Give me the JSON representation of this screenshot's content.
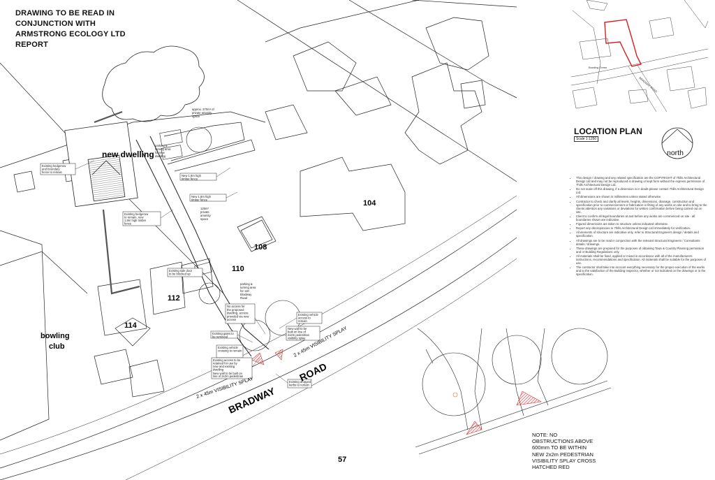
{
  "header": {
    "lines": [
      "DRAWING TO BE READ IN",
      "CONJUNCTION WITH",
      "ARMSTRONG ECOLOGY LTD",
      "REPORT"
    ]
  },
  "site_plan": {
    "labels": {
      "new_dwelling": "new dwelling",
      "house_104": "104",
      "house_108": "108",
      "house_110": "110",
      "house_112": "112",
      "house_114": "114",
      "house_57": "57",
      "bowling_club_line1": "bowling",
      "bowling_club_line2": "club",
      "road_word1": "BRADWAY",
      "road_word2": "ROAD",
      "splay_1": "2 x 45m VISIBILITY SPLAY",
      "splay_2": "2 x 45m VISIBILITY SPLAY"
    },
    "annotations": {
      "amenity_370": [
        "approx. 370m² of",
        "private amenity",
        "space"
      ],
      "parking": [
        "parking &",
        "turning area",
        "for new",
        "dwelling"
      ],
      "amenity_125": [
        "125m²",
        "private",
        "amenity",
        "space"
      ],
      "hedge_left": [
        "Existing hedgerow",
        "and boundary",
        "fence to remain"
      ],
      "hedge_lower": [
        "Existing hedgerow",
        "to remain, new",
        "1.8m high timber",
        "fence"
      ],
      "fence_1": [
        "New 1.8m high",
        "timber fence"
      ],
      "fence_2": [
        "New 1.8m high",
        "timber fence"
      ],
      "side_door": [
        "Existing side door",
        "to be blocked up"
      ],
      "parking_110": [
        "parking &",
        "turning area",
        "for 110",
        "Bradway",
        "Road"
      ],
      "no_access": [
        "No access for",
        "the proposed",
        "dwelling, access",
        "provided via new",
        "access"
      ],
      "vehicle_access": [
        "Existing vehicle",
        "access to",
        "remain"
      ],
      "new_wall": [
        "New wall to be",
        "built on line of",
        "2x2m pedestrian",
        "visibility splay"
      ],
      "gates": [
        "Existing gates to",
        "be removed"
      ],
      "vehicle_access_2": [
        "Existing vehicle",
        "crossing to remain"
      ],
      "access_retained": [
        "Existing access to be",
        "retained for use by",
        "new and existing",
        "dwelling"
      ],
      "new_wall_2": [
        "New wall to be built on",
        "line of 2x2m pedestrian",
        "visibility splay"
      ],
      "dropped_kerb": [
        "Existing dropped",
        "kerbs to remain"
      ]
    }
  },
  "location_plan": {
    "title": "LOCATION PLAN",
    "scale": "Scale 1:1250",
    "north": "north",
    "map_labels": [
      "Bowling Green",
      "BRADWAY ROAD"
    ]
  },
  "notes": [
    "This design / drawing and any related specification are the COPYRIGHT of 7hills Architectural Design Ltd and may not be reproduced in drawing or kept form without the express permission of 7hills Architectural Design Ltd.",
    "Do not scale off this drawing, if a dimension is in doubt please contact 7hills Architectural Design Ltd.",
    "All dimensions are shown in millimetres unless stated otherwise.",
    "Contractor to check and clarify all levels, heights, dimensions, drainage, construction and specification prior to commencement or fabrication or fitting of any works on site and to bring to the clients attention any variations or deviations for written confirmation before being carried out on site.",
    "Client to confirm all legal boundaries at and before any works are commenced on site - all boundaries shown are indicative.",
    "Figured dimensions are taken to structure unless indicated otherwise.",
    "Report any discrepancies to 7hills Architectural Design Ltd immediately for verification.",
    "All elements of structure are indicative only, refer to Structural Engineers design / details and specification.",
    "All drawings are to be read in conjunction with the relevant Structural Engineers / Consultants details / drawings.",
    "These drawings are prepared for the purposes of obtaining Town & Country Planning permission and or Building Regulations only.",
    "All materials shall be fixed, applied or mixed in accordance with all of the manufacturers instructions, recommendations and specification. All materials shall be suitable for the purposes of use.",
    "The contractor shall take into account everything necessary for the proper execution of the works and to the satisfaction of the Building Inspector, whether or not indicated on the drawings or in the specification."
  ],
  "detail_note": [
    "NOTE: NO",
    "OBSTRUCTIONS ABOVE",
    "600mm TO BE WITHIN",
    "NEW 2x2m PEDESTRIAN",
    "VISIBILITY SPLAY CROSS",
    "HATCHED RED"
  ],
  "colors": {
    "boundary_red": "#d42020",
    "line": "#222222",
    "hatch_red": "#e03030"
  }
}
